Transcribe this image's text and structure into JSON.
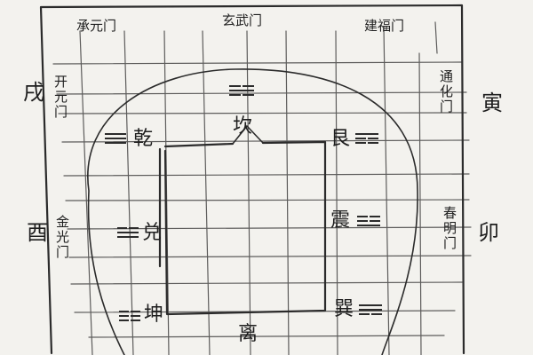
{
  "gates": {
    "top_left": "承元门",
    "top_center": "玄武门",
    "top_right": "建福门",
    "left_upper": "开元门",
    "left_lower": "金光门",
    "right_upper": "通化门",
    "right_lower": "春明门"
  },
  "branches": {
    "xu": "戌",
    "you": "酉",
    "yin": "寅",
    "mao": "卯"
  },
  "trigrams": {
    "kan": "坎",
    "qian": "乾",
    "gen": "艮",
    "dui": "兑",
    "zhen": "震",
    "kun": "坤",
    "xun": "巽",
    "li": "离"
  }
}
